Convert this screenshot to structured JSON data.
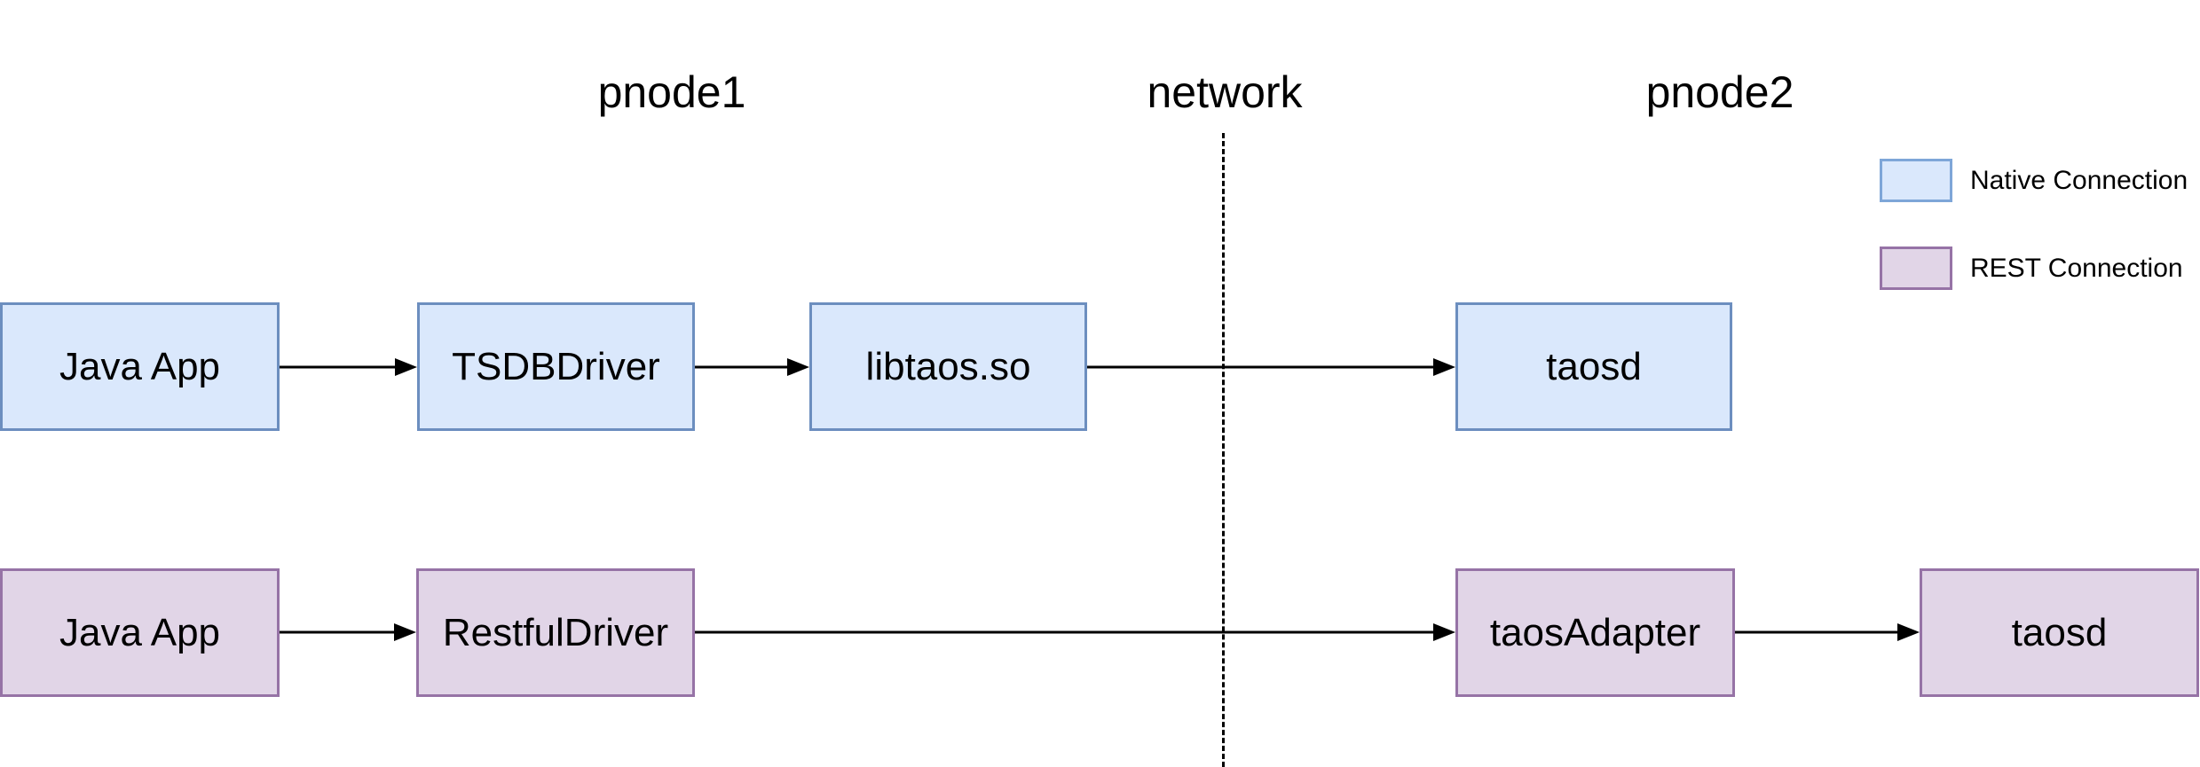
{
  "diagram": {
    "headers": {
      "pnode1": "pnode1",
      "network": "network",
      "pnode2": "pnode2"
    },
    "nodes": {
      "native": {
        "java_app": "Java App",
        "tsdb_driver": "TSDBDriver",
        "libtaos": "libtaos.so",
        "taosd": "taosd"
      },
      "rest": {
        "java_app": "Java App",
        "restful_driver": "RestfulDriver",
        "taos_adapter": "taosAdapter",
        "taosd": "taosd"
      }
    },
    "flows": {
      "native": [
        "Java App",
        "TSDBDriver",
        "libtaos.so",
        "taosd"
      ],
      "rest": [
        "Java App",
        "RestfulDriver",
        "taosAdapter",
        "taosd"
      ]
    },
    "legend": {
      "native": {
        "label": "Native Connection",
        "fill": "#dae8fc",
        "border": "#7ea6d8"
      },
      "rest": {
        "label": "REST Connection",
        "fill": "#e1d5e7",
        "border": "#9673a6"
      }
    },
    "colors": {
      "native_fill": "#dae8fc",
      "native_border": "#6c8ebf",
      "rest_fill": "#e1d5e7",
      "rest_border": "#9673a6",
      "line": "#000000",
      "background": "#ffffff"
    }
  }
}
